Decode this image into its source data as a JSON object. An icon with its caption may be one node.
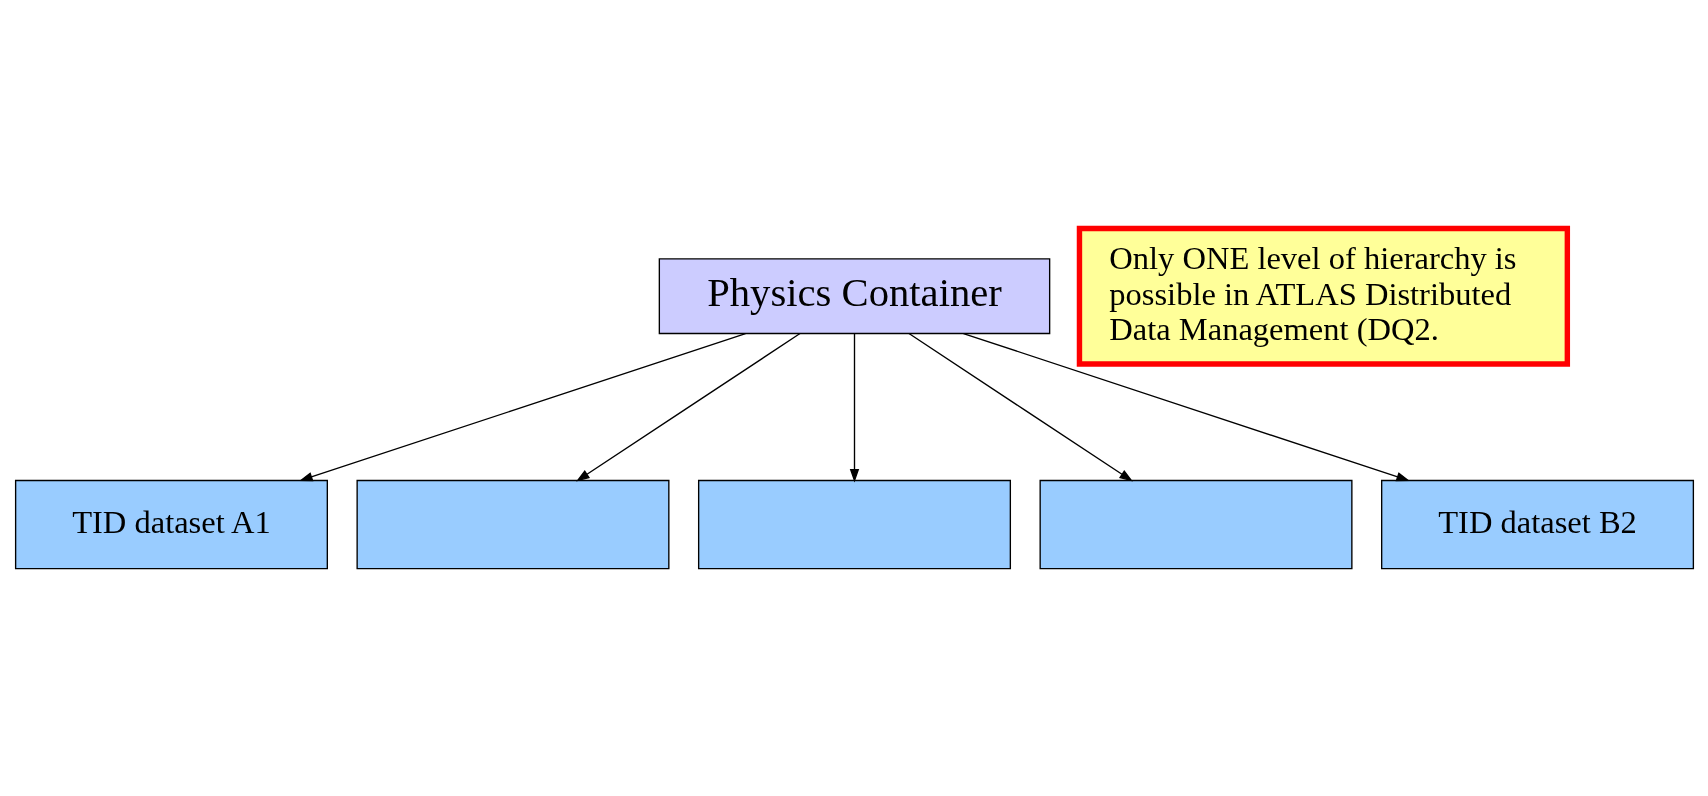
{
  "diagram": {
    "nodes": [
      {
        "text": [
          "Physics Container"
        ]
      },
      {
        "text": [
          "Only ONE level of hierarchy is possible in ATLAS Distributed Data Management (DQ2."
        ]
      },
      {
        "text": [
          "TID dataset B2"
        ]
      },
      {
        "text": [],
        "shape": "box"
      },
      {
        "text": [],
        "shape": "box"
      },
      {
        "text": [],
        "shape": "box"
      },
      {
        "text": [
          "TID dataset A1"
        ]
      }
    ],
    "edges": [
      {
        "from": 0,
        "to": 2,
        "arrow": "to"
      },
      {
        "from": 0,
        "to": 3,
        "arrow": "to"
      },
      {
        "from": 0,
        "to": 4,
        "arrow": "to"
      },
      {
        "from": 0,
        "to": 5,
        "arrow": "to"
      },
      {
        "from": 0,
        "to": 6,
        "arrow": "to"
      }
    ]
  }
}
